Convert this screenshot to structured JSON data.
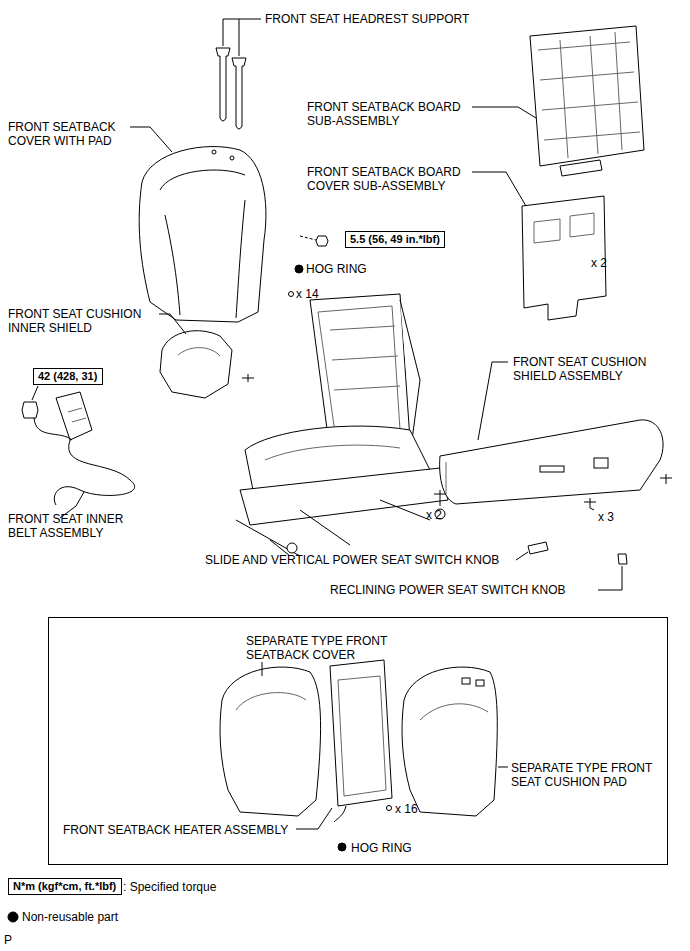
{
  "diagram": {
    "nodes": [
      {
        "text": [
          "5.5 (56, 49 in.*lbf)"
        ]
      },
      {
        "text": [
          "42 (428, 31)"
        ]
      },
      {
        "text": [
          "SEPARATE TYPE FRONT SEATBACK COVER",
          "FRONT SEATBACK HEATER ASSEMBLY",
          "HOG RING",
          "x 16",
          "SEPARATE TYPE FRONT SEAT CUSHION PAD"
        ]
      },
      {
        "text": [
          "N*m (kgf*cm, ft.*lbf)"
        ]
      }
    ],
    "labels": [
      "FRONT SEAT HEADREST SUPPORT",
      "FRONT SEATBACK BOARD SUB-ASSEMBLY",
      "FRONT SEATBACK COVER WITH PAD",
      "FRONT SEATBACK BOARD COVER SUB-ASSEMBLY",
      "x 2",
      "HOG RING",
      "x 14",
      "FRONT SEAT CUSHION INNER SHIELD",
      "FRONT SEAT CUSHION SHIELD ASSEMBLY",
      "FRONT SEAT INNER BELT ASSEMBLY",
      "x 2",
      "x 3",
      "SLIDE AND VERTICAL POWER SEAT SWITCH KNOB",
      "RECLINING POWER SEAT SWITCH KNOB",
      "P"
    ],
    "legend": [
      {
        "text": ": Specified torque"
      },
      {
        "text": "Non-reusable part"
      }
    ]
  }
}
